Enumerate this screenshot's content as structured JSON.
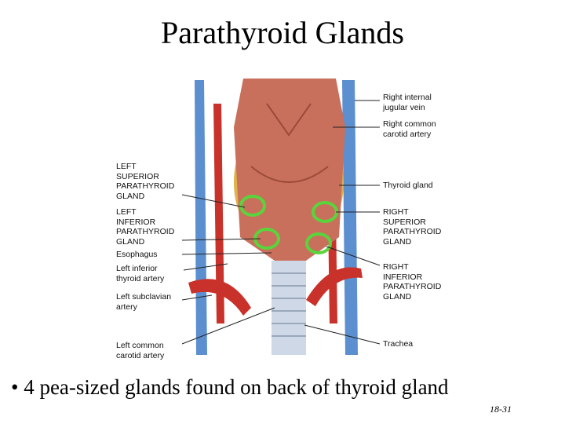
{
  "title": "Parathyroid Glands",
  "labels": {
    "left": {
      "superior": "LEFT\nSUPERIOR\nPARATHYROID\nGLAND",
      "inferior": "LEFT\nINFERIOR\nPARATHYROID\nGLAND",
      "esophagus": "Esophagus",
      "inferior_thyroid_artery": "Left inferior\nthyroid artery",
      "subclavian": "Left subclavian\nartery",
      "common_carotid": "Left common\ncarotid artery"
    },
    "right": {
      "internal_jugular": "Right internal\njugular vein",
      "common_carotid": "Right common\ncarotid artery",
      "thyroid": "Thyroid gland",
      "superior": "RIGHT\nSUPERIOR\nPARATHYROID\nGLAND",
      "inferior": "RIGHT\nINFERIOR\nPARATHYROID\nGLAND",
      "trachea": "Trachea"
    }
  },
  "bullet": "• 4 pea-sized glands found on back of thyroid gland",
  "slide_number": "18-31",
  "colors": {
    "highlight_ring": "#5ad43c",
    "muscle": "#c9705c",
    "thyroid": "#e0b24a",
    "artery": "#c8322a",
    "vein": "#5b8fd0",
    "trachea": "#cfd8e6"
  }
}
